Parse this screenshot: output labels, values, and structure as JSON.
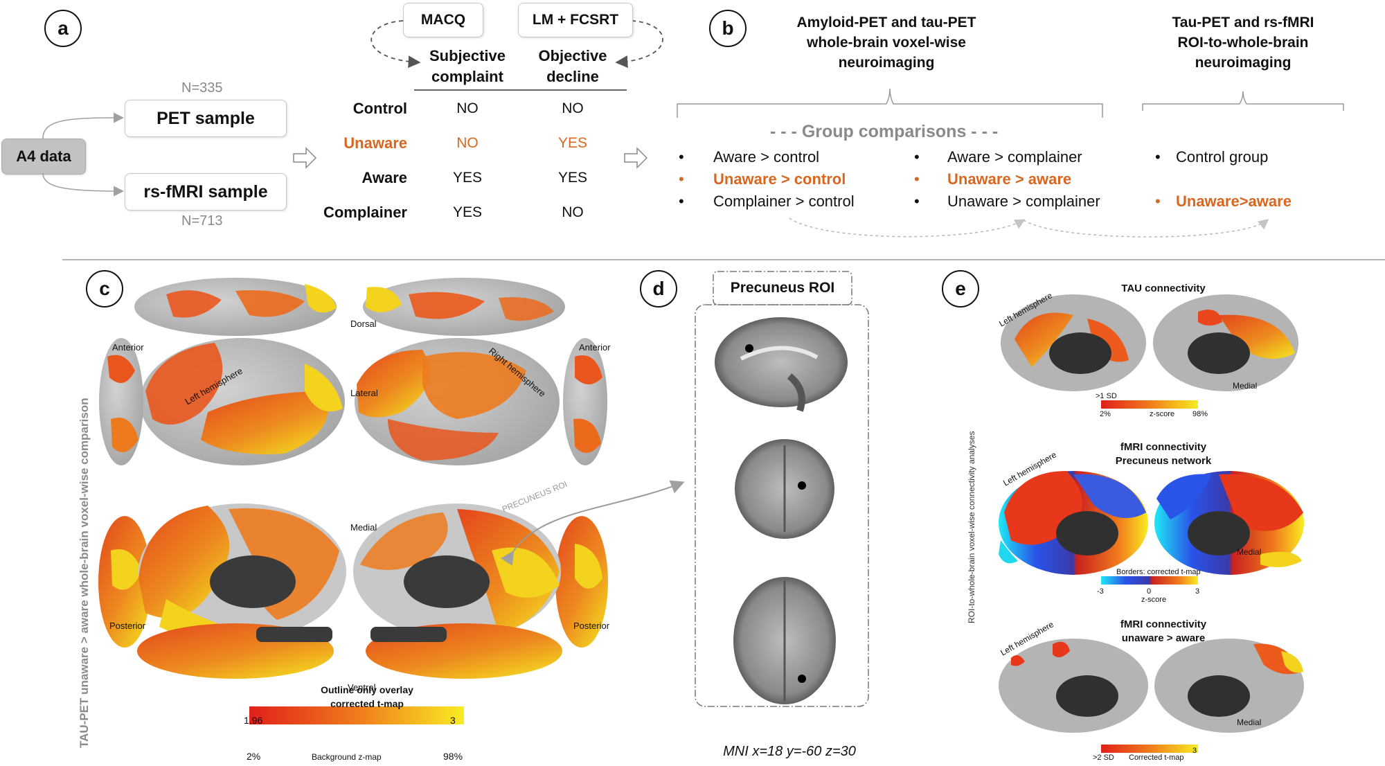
{
  "panel_a": {
    "label": "a",
    "a4": "A4 data",
    "pet_n": "N=335",
    "pet_sample": "PET sample",
    "rsfmri_sample": "rs-fMRI sample",
    "rsfmri_n": "N=713",
    "macq": "MACQ",
    "lm_fcsrt": "LM + FCSRT",
    "col1_line1": "Subjective",
    "col1_line2": "complaint",
    "col2_line1": "Objective",
    "col2_line2": "decline",
    "rows": [
      {
        "group": "Control",
        "subjective": "NO",
        "objective": "NO"
      },
      {
        "group": "Unaware",
        "subjective": "NO",
        "objective": "YES"
      },
      {
        "group": "Aware",
        "subjective": "YES",
        "objective": "YES"
      },
      {
        "group": "Complainer",
        "subjective": "YES",
        "objective": "NO"
      }
    ]
  },
  "panel_b": {
    "label": "b",
    "title1_l1": "Amyloid-PET and tau-PET",
    "title1_l2": "whole-brain voxel-wise",
    "title1_l3": "neuroimaging",
    "title2_l1": "Tau-PET and rs-fMRI",
    "title2_l2": "ROI-to-whole-brain",
    "title2_l3": "neuroimaging",
    "group_comparisons": "- - - Group comparisons - - -",
    "col1": [
      "Aware > control",
      "Unaware > control",
      "Complainer > control"
    ],
    "col2": [
      "Aware > complainer",
      "Unaware > aware",
      "Unaware > complainer"
    ],
    "col3": [
      "Control group",
      "Unaware>aware"
    ]
  },
  "panel_c": {
    "label": "c",
    "side_label": "TAU-PET unaware > aware whole-brain voxel-wise comparison",
    "dorsal": "Dorsal",
    "lateral": "Lateral",
    "medial": "Medial",
    "ventral": "Ventral",
    "left_hemisphere": "Left hemisphere",
    "right_hemisphere": "Right hemisphere",
    "anterior_left": "Anterior",
    "anterior_right": "Anterior",
    "posterior_left": "Posterior",
    "posterior_right": "Posterior",
    "precuneus_roi": "PRECUNEUS ROI",
    "legend_title_l1": "Outline only overlay",
    "legend_title_l2": "corrected t-map",
    "legend_min": "1.96",
    "legend_max": "3",
    "legend_pmin": "2%",
    "legend_pmax": "98%",
    "legend_bottom": "Background z-map"
  },
  "panel_d": {
    "label": "d",
    "title": "Precuneus ROI",
    "mni": "MNI x=18 y=-60 z=30"
  },
  "panel_e": {
    "label": "e",
    "side_label": "ROI-to-whole-brain voxel-wise connectivity analyses",
    "tau_title": "TAU connectivity",
    "tau_left": "Left hemisphere",
    "tau_medial": "Medial",
    "tau_sd": ">1 SD",
    "tau_p1": "2%",
    "tau_scale": "z-score",
    "tau_p2": "98%",
    "fmri_title_l1": "fMRI connectivity",
    "fmri_title_l2": "Precuneus network",
    "fmri_left": "Left hemisphere",
    "fmri_medial": "Medial",
    "fmri_borders": "Borders: corrected t-map",
    "fmri_min": "-3",
    "fmri_mid": "0",
    "fmri_max": "3",
    "fmri_scale": "z-score",
    "comp_title_l1": "fMRI connectivity",
    "comp_title_l2": "unaware > aware",
    "comp_left": "Left hemisphere",
    "comp_medial": "Medial",
    "comp_sd": ">2 SD",
    "comp_scale": "Corrected t-map",
    "comp_max": "3"
  },
  "colors": {
    "orange_text": "#d9661f",
    "brain_gray": "#b9b9b9",
    "brain_dark": "#3a3a3a",
    "heat_red": "#e8381c",
    "heat_yellow": "#f7e31c"
  }
}
